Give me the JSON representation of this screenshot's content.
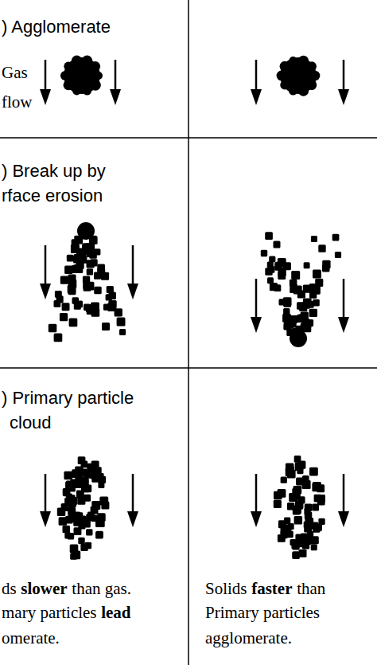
{
  "diagram": {
    "labels": [
      ") Agglomerate",
      "Gas",
      "flow",
      ") Break up by",
      "rface erosion",
      ") Primary particle",
      "cloud",
      "ds",
      "slower",
      "than gas.",
      "mary particles",
      "lead",
      "omerate.",
      "Solids",
      "faster",
      "than",
      "Primary particles",
      "agglomerate."
    ]
  }
}
